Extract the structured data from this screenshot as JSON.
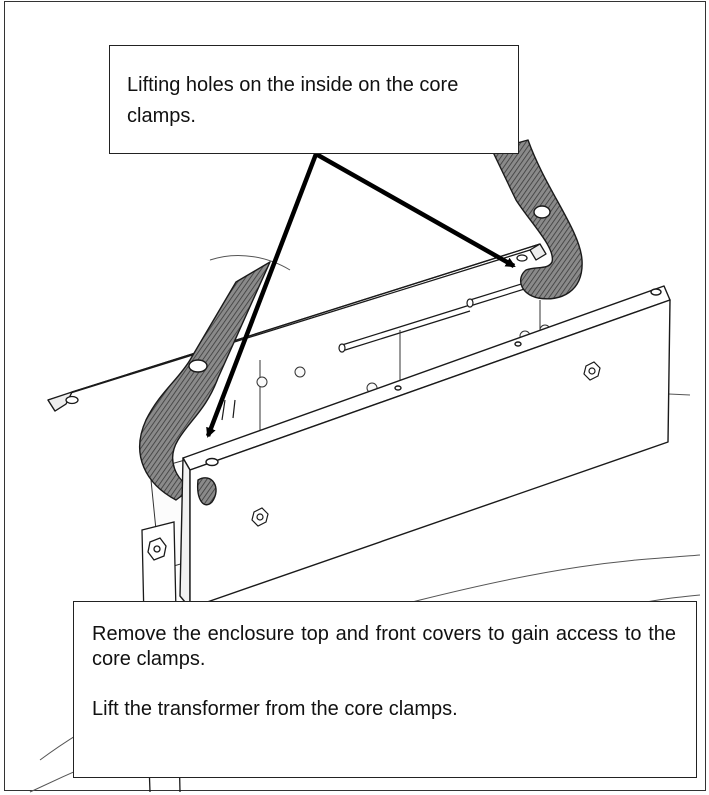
{
  "top_callout": {
    "text": "Lifting holes on the inside on the core clamps."
  },
  "bottom_callout": {
    "instruction_1": "Remove the enclosure top and front covers to gain access to the core clamps.",
    "instruction_2": "Lift the transformer from the core clamps."
  },
  "colors": {
    "line": "#1a1a1a",
    "sling": "#6b6b6b",
    "background": "#ffffff"
  }
}
